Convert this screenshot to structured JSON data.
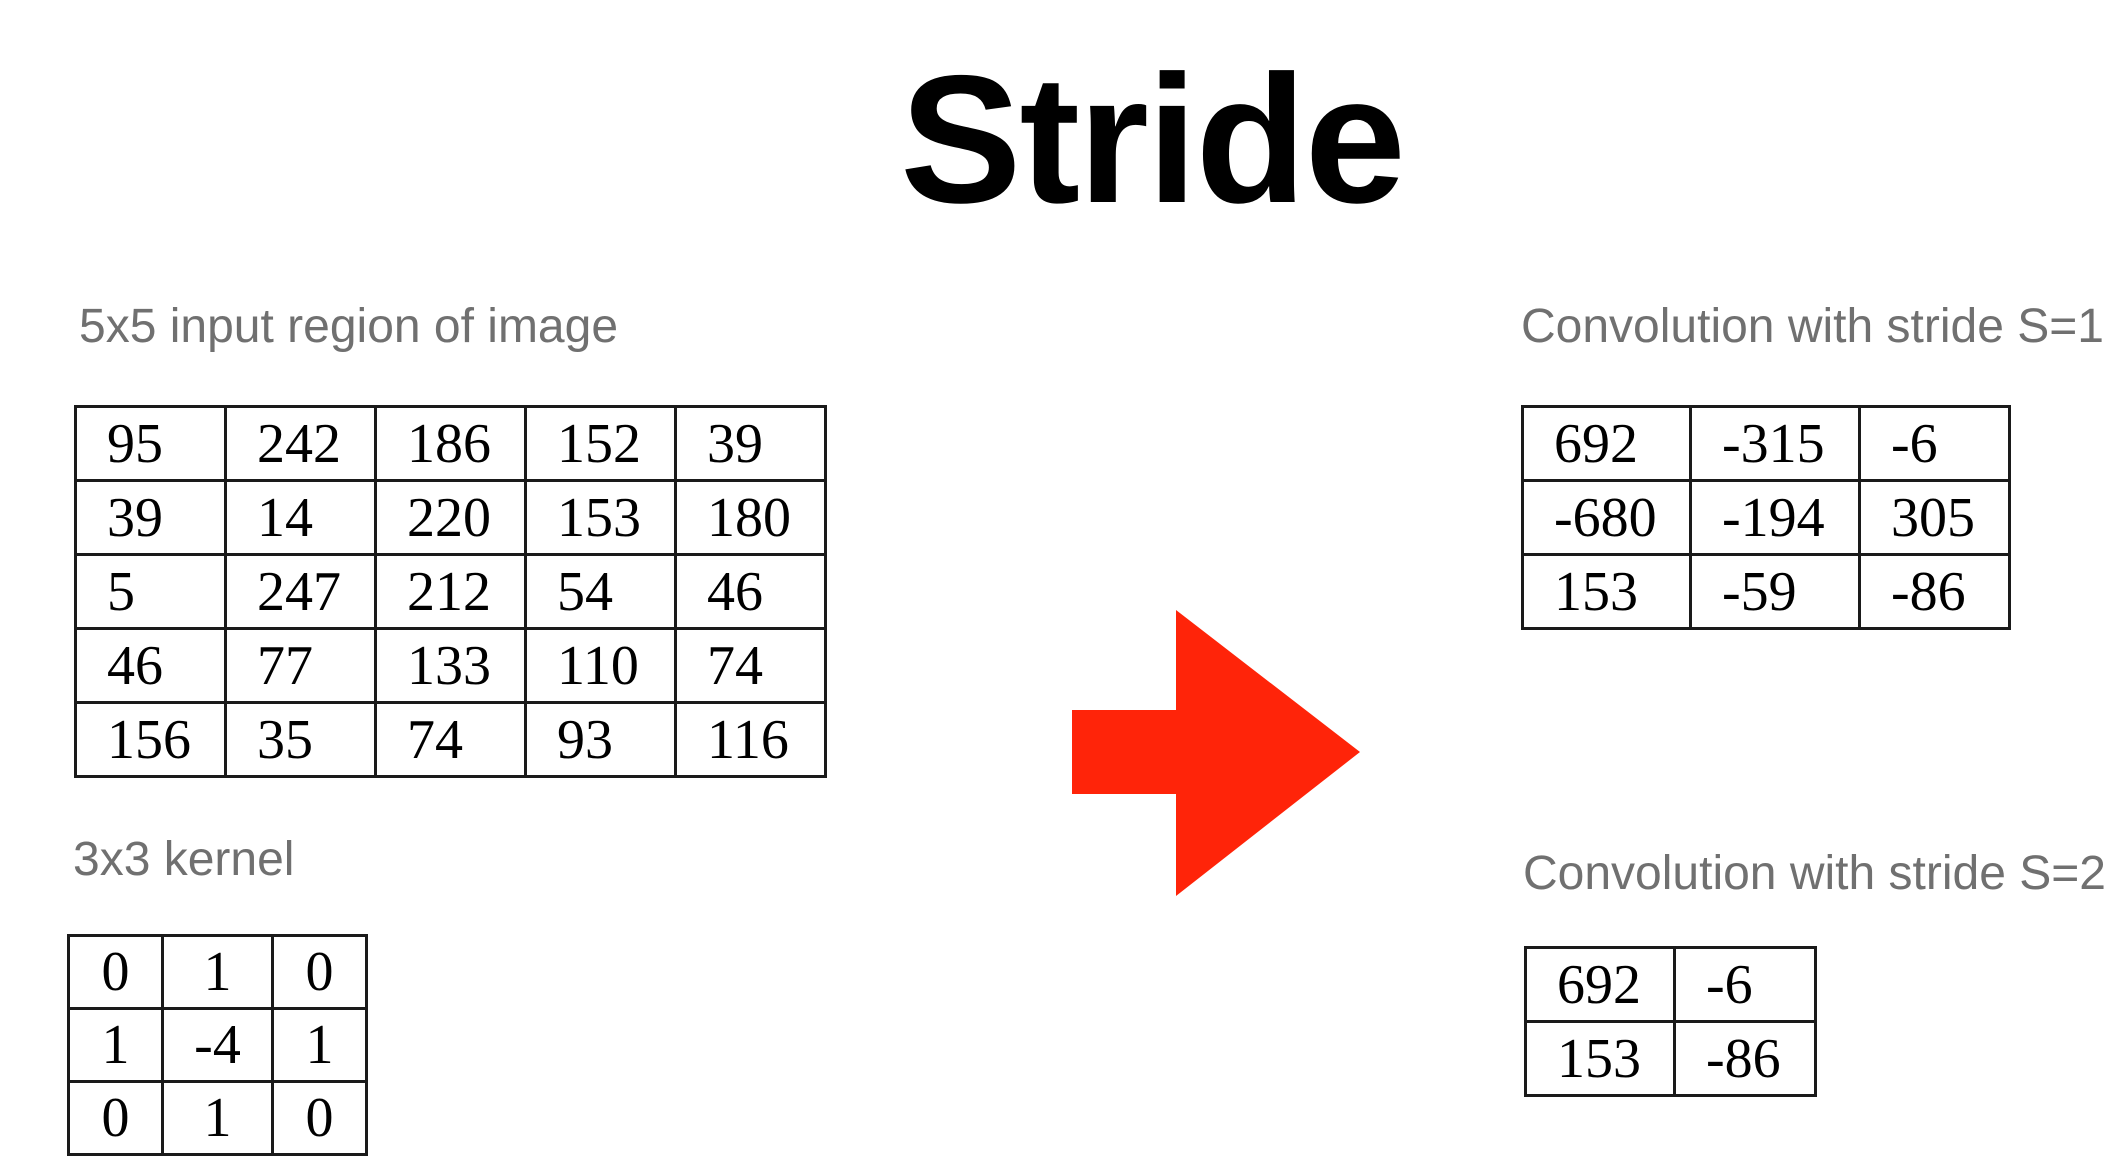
{
  "title": "Stride",
  "input": {
    "caption": "5x5 input region of image",
    "rows": [
      [
        "95",
        "242",
        "186",
        "152",
        "39"
      ],
      [
        "39",
        "14",
        "220",
        "153",
        "180"
      ],
      [
        "5",
        "247",
        "212",
        "54",
        "46"
      ],
      [
        "46",
        "77",
        "133",
        "110",
        "74"
      ],
      [
        "156",
        "35",
        "74",
        "93",
        "116"
      ]
    ]
  },
  "kernel": {
    "caption": "3x3 kernel",
    "rows": [
      [
        "0",
        "1",
        "0"
      ],
      [
        "1",
        "-4",
        "1"
      ],
      [
        "0",
        "1",
        "0"
      ]
    ]
  },
  "stride1": {
    "caption": "Convolution with stride S=1",
    "rows": [
      [
        "692",
        "-315",
        "-6"
      ],
      [
        "-680",
        "-194",
        "305"
      ],
      [
        "153",
        "-59",
        "-86"
      ]
    ]
  },
  "stride2": {
    "caption": "Convolution with stride S=2",
    "rows": [
      [
        "692",
        "-6"
      ],
      [
        "153",
        "-86"
      ]
    ]
  },
  "arrow": {
    "icon": "right-arrow-icon",
    "color": "#ff2409"
  }
}
